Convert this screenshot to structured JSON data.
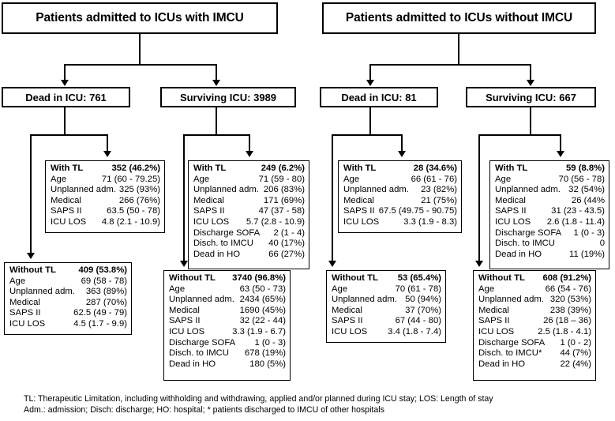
{
  "figure": {
    "type": "flowchart",
    "title_left": "Patients admitted to ICUs with IMCU",
    "title_right": "Patients admitted to ICUs without IMCU"
  },
  "branches": {
    "with_imcu": {
      "header": "Patients admitted to ICUs with IMCU",
      "dead": {
        "label": "Dead in ICU: 761",
        "with_tl": {
          "rows": [
            {
              "label": "With TL",
              "value": "352 (46.2%)"
            },
            {
              "label": "Age",
              "value": "71 (60 - 79.25)"
            },
            {
              "label": "Unplanned adm.",
              "value": "325 (93%)"
            },
            {
              "label": "Medical",
              "value": "266 (76%)"
            },
            {
              "label": "SAPS II",
              "value": "63.5 (50 - 78)"
            },
            {
              "label": "ICU LOS",
              "value": "4.8 (2.1 - 10.9)"
            }
          ]
        },
        "without_tl": {
          "rows": [
            {
              "label": "Without TL",
              "value": "409 (53.8%)"
            },
            {
              "label": "Age",
              "value": "69 (58 - 78)"
            },
            {
              "label": "Unplanned adm.",
              "value": "363 (89%)"
            },
            {
              "label": "Medical",
              "value": "287 (70%)"
            },
            {
              "label": "SAPS II",
              "value": "62.5 (49 - 79)"
            },
            {
              "label": "ICU LOS",
              "value": "4.5 (1.7 - 9.9)"
            }
          ]
        }
      },
      "surviving": {
        "label": "Surviving ICU: 3989",
        "with_tl": {
          "rows": [
            {
              "label": "With TL",
              "value": "249 (6.2%)"
            },
            {
              "label": "Age",
              "value": "71 (59 - 80)"
            },
            {
              "label": "Unplanned adm.",
              "value": "206 (83%)"
            },
            {
              "label": "Medical",
              "value": "171 (69%)"
            },
            {
              "label": "SAPS II",
              "value": "47 (37 - 58)"
            },
            {
              "label": "ICU LOS",
              "value": "5.7 (2.8 - 10.9)"
            },
            {
              "label": "Discharge SOFA",
              "value": "2 (1 - 4)"
            },
            {
              "label": "Disch. to IMCU",
              "value": "40 (17%)"
            },
            {
              "label": "Dead in HO",
              "value": "66 (27%)"
            }
          ]
        },
        "without_tl": {
          "rows": [
            {
              "label": "Without TL",
              "value": "3740 (96.8%)"
            },
            {
              "label": "Age",
              "value": "63 (50 - 73)"
            },
            {
              "label": "Unplanned adm.",
              "value": "2434 (65%)"
            },
            {
              "label": "Medical",
              "value": "1690 (45%)"
            },
            {
              "label": "SAPS II",
              "value": "32 (22 - 44)"
            },
            {
              "label": "ICU LOS",
              "value": "3.3 (1.9 - 6.7)"
            },
            {
              "label": "Discharge SOFA",
              "value": "1 (0 - 3)"
            },
            {
              "label": "Disch. to IMCU",
              "value": "678 (19%)"
            },
            {
              "label": "Dead in HO",
              "value": "180 (5%)"
            }
          ]
        }
      }
    },
    "without_imcu": {
      "header": "Patients admitted to ICUs without IMCU",
      "dead": {
        "label": "Dead in ICU: 81",
        "with_tl": {
          "rows": [
            {
              "label": "With TL",
              "value": "28 (34.6%)"
            },
            {
              "label": "Age",
              "value": "66 (61 - 76)"
            },
            {
              "label": "Unplanned adm.",
              "value": "23 (82%)"
            },
            {
              "label": "Medical",
              "value": "21 (75%)"
            },
            {
              "label": "SAPS II",
              "value": "67.5 (49.75 - 90.75)"
            },
            {
              "label": "ICU LOS",
              "value": "3.3 (1.9 - 8.3)"
            }
          ]
        },
        "without_tl": {
          "rows": [
            {
              "label": "Without TL",
              "value": "53 (65.4%)"
            },
            {
              "label": "Age",
              "value": "70 (61 - 78)"
            },
            {
              "label": "Unplanned adm.",
              "value": "50 (94%)"
            },
            {
              "label": "Medical",
              "value": "37 (70%)"
            },
            {
              "label": "SAPS II",
              "value": "67 (44 - 80)"
            },
            {
              "label": "ICU LOS",
              "value": "3.4 (1.8 - 7.4)"
            }
          ]
        }
      },
      "surviving": {
        "label": "Surviving ICU: 667",
        "with_tl": {
          "rows": [
            {
              "label": "With TL",
              "value": "59 (8.8%)"
            },
            {
              "label": "Age",
              "value": "70 (56 - 78)"
            },
            {
              "label": "Unplanned adm.",
              "value": "32 (54%)"
            },
            {
              "label": "Medical",
              "value": "26 (44%"
            },
            {
              "label": "SAPS II",
              "value": "31 (23 - 43.5)"
            },
            {
              "label": "ICU LOS",
              "value": "2.6 (1.8 - 11.4)"
            },
            {
              "label": "Discharge SOFA",
              "value": "1 (0 - 3)"
            },
            {
              "label": "Disch. to IMCU",
              "value": "0"
            },
            {
              "label": "Dead in HO",
              "value": "11 (19%)"
            }
          ]
        },
        "without_tl": {
          "rows": [
            {
              "label": "Without TL",
              "value": "608 (91.2%)"
            },
            {
              "label": "Age",
              "value": "66 (54 - 76)"
            },
            {
              "label": "Unplanned adm.",
              "value": "320 (53%)"
            },
            {
              "label": "Medical",
              "value": "238 (39%)"
            },
            {
              "label": "SAPS II",
              "value": "26 (18 – 36)"
            },
            {
              "label": "ICU LOS",
              "value": "2.5 (1.8 - 4.1)"
            },
            {
              "label": "Discharge SOFA",
              "value": "1 (0 - 2)"
            },
            {
              "label": "Disch. to IMCU*",
              "value": "44 (7%)"
            },
            {
              "label": "Dead in HO",
              "value": "22 (4%)"
            }
          ]
        }
      }
    }
  },
  "footnote": {
    "line1": "TL: Therapeutic Limitation, including withholding and withdrawing, applied and/or planned during ICU stay; LOS: Length of stay",
    "line2": "Adm.: admission; Disch: discharge; HO: hospital; * patients discharged to IMCU of other hospitals"
  }
}
